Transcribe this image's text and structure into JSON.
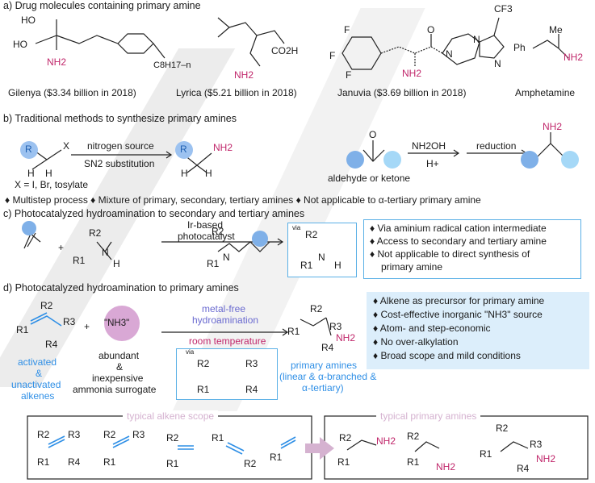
{
  "section_a": {
    "title": "a) Drug molecules containing primary amine",
    "drugs": [
      {
        "name": "Gilenya ($3.34 billion in 2018)"
      },
      {
        "name": "Lyrica ($5.21 billion in 2018)"
      },
      {
        "name": "Januvia ($3.69 billion in 2018)"
      },
      {
        "name": "Amphetamine"
      }
    ],
    "atoms": {
      "ho": "HO",
      "nh2": "NH2",
      "c8h17": "C8H17–n",
      "co2h": "CO2H",
      "f": "F",
      "cf3": "CF3",
      "n": "N",
      "o": "O",
      "ph": "Ph",
      "me": "Me"
    }
  },
  "section_b": {
    "title": "b) Traditional methods to synthesize primary amines",
    "r": "R",
    "x": "X",
    "h": "H",
    "reagent_top": "nitrogen source",
    "reagent_bottom": "SN2 substitution",
    "x_def": "X = I, Br, tosylate",
    "aldehyde_label": "aldehyde or ketone",
    "o": "O",
    "nh2oh": "NH2OH",
    "hplus": "H+",
    "reduction": "reduction",
    "drawbacks": "♦ Multistep process  ♦ Mixture of primary, secondary, tertiary amines  ♦  Not applicable to α-tertiary primary amine"
  },
  "section_c": {
    "title": "c) Photocatalyzed hydroamination to secondary and tertiary amines",
    "plus": "+",
    "catalyst_top": "Ir-based",
    "catalyst_bottom": "photocatalyst",
    "via": "via",
    "r1": "R1",
    "r2": "R2",
    "bullets": [
      "♦ Via aminium radical cation intermediate",
      "♦ Access to secondary and tertiary amine",
      "♦ Not applicable to direct synthesis of",
      "primary amine"
    ]
  },
  "section_d": {
    "title": "d) Photocatalyzed hydroamination to primary amines",
    "nh3": "\"NH3\"",
    "abundant": [
      "abundant",
      "&",
      "inexpensive",
      "ammonia surrogate"
    ],
    "alkene_label": [
      "activated",
      "&",
      "unactivated",
      "alkenes"
    ],
    "condition_top": [
      "metal-free",
      "hydroamination"
    ],
    "condition_bottom": "room temperature",
    "product_label": [
      "primary amines",
      "(linear & α-branched &",
      "α-tertiary)"
    ],
    "bullets": [
      "♦ Alkene as precursor for primary amine",
      "♦ Cost-effective inorganic \"NH3\" source",
      "♦ Atom- and step-economic",
      "♦ No over-alkylation",
      "♦ Broad scope and mild conditions"
    ],
    "scope_alkene": "typical alkene scope",
    "scope_amines": "typical primary amines",
    "r3": "R3",
    "r4": "R4"
  },
  "colors": {
    "amine": "#c0266a",
    "blue": "#2f8fe6",
    "purple": "#6a6ad0",
    "box": "#5ab0e6",
    "fill": "#dceefb",
    "nh3": "#d9a8d5",
    "arrow_fill": "#d5b2d0"
  }
}
